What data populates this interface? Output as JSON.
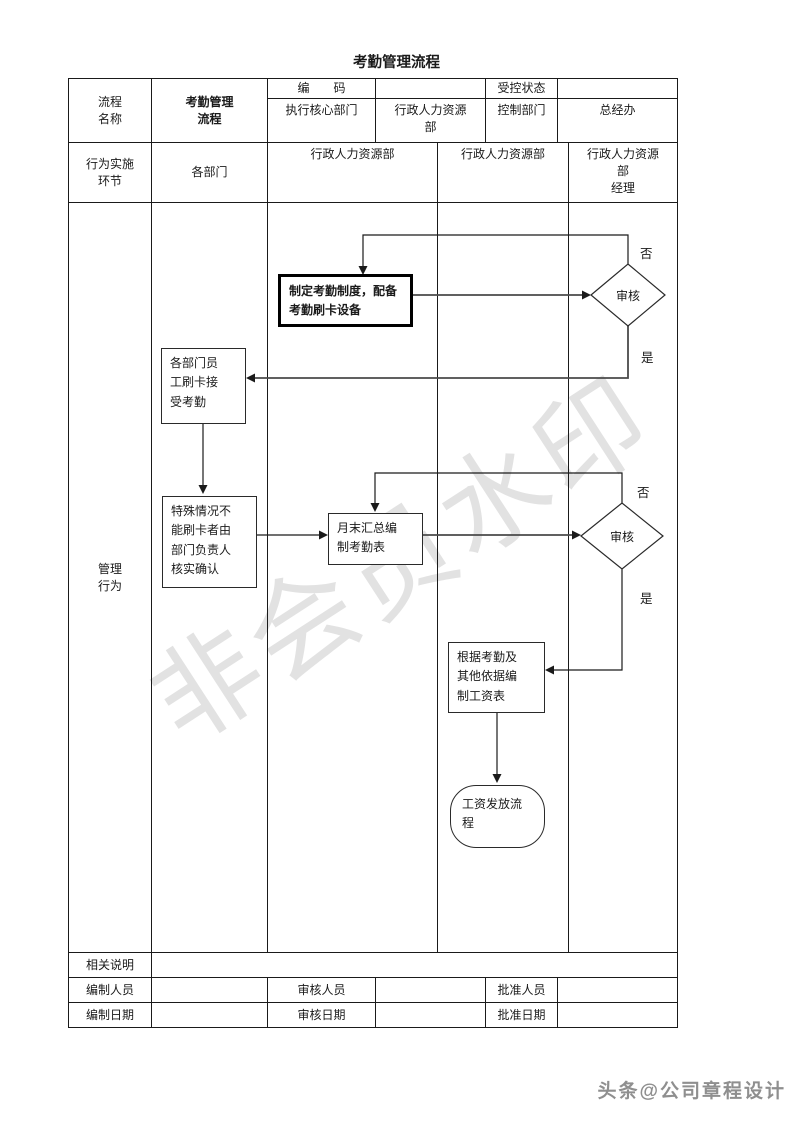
{
  "title": "考勤管理流程",
  "header": {
    "process_name_label": "流程\n名称",
    "process_name_value": "考勤管理\n流程",
    "code_label": "编　　码",
    "code_value": "",
    "controlled_label": "受控状态",
    "controlled_value": "",
    "exec_core_dept_label": "执行核心部门",
    "exec_core_dept_value": "行政人力资源\n部",
    "control_dept_label": "控制部门",
    "control_dept_value": "总经办",
    "impl_label": "行为实施\n环节",
    "impl_cols": [
      "各部门",
      "行政人力资源部",
      "行政人力资源部",
      "行政人力资源\n部\n经理"
    ]
  },
  "body": {
    "row_label": "管理\n行为"
  },
  "flow": {
    "setup": "制定考勤制度，配备\n考勤刷卡设备",
    "review1": "审核",
    "no1": "否",
    "yes1": "是",
    "swipe": "各部门员\n工刷卡接\n受考勤",
    "special": "特殊情况不\n能刷卡者由\n部门负责人\n核实确认",
    "monthly": "月末汇总编\n制考勤表",
    "review2": "审核",
    "no2": "否",
    "yes2": "是",
    "payroll": "根据考勤及\n其他依据编\n制工资表",
    "payout": "工资发放流\n程"
  },
  "footer": {
    "note_label": "相关说明",
    "maker_label": "编制人员",
    "reviewer_label": "审核人员",
    "approver_label": "批准人员",
    "maker_date_label": "编制日期",
    "review_date_label": "审核日期",
    "approve_date_label": "批准日期"
  },
  "watermark": "非会员水印",
  "credit": "头条@公司章程设计"
}
